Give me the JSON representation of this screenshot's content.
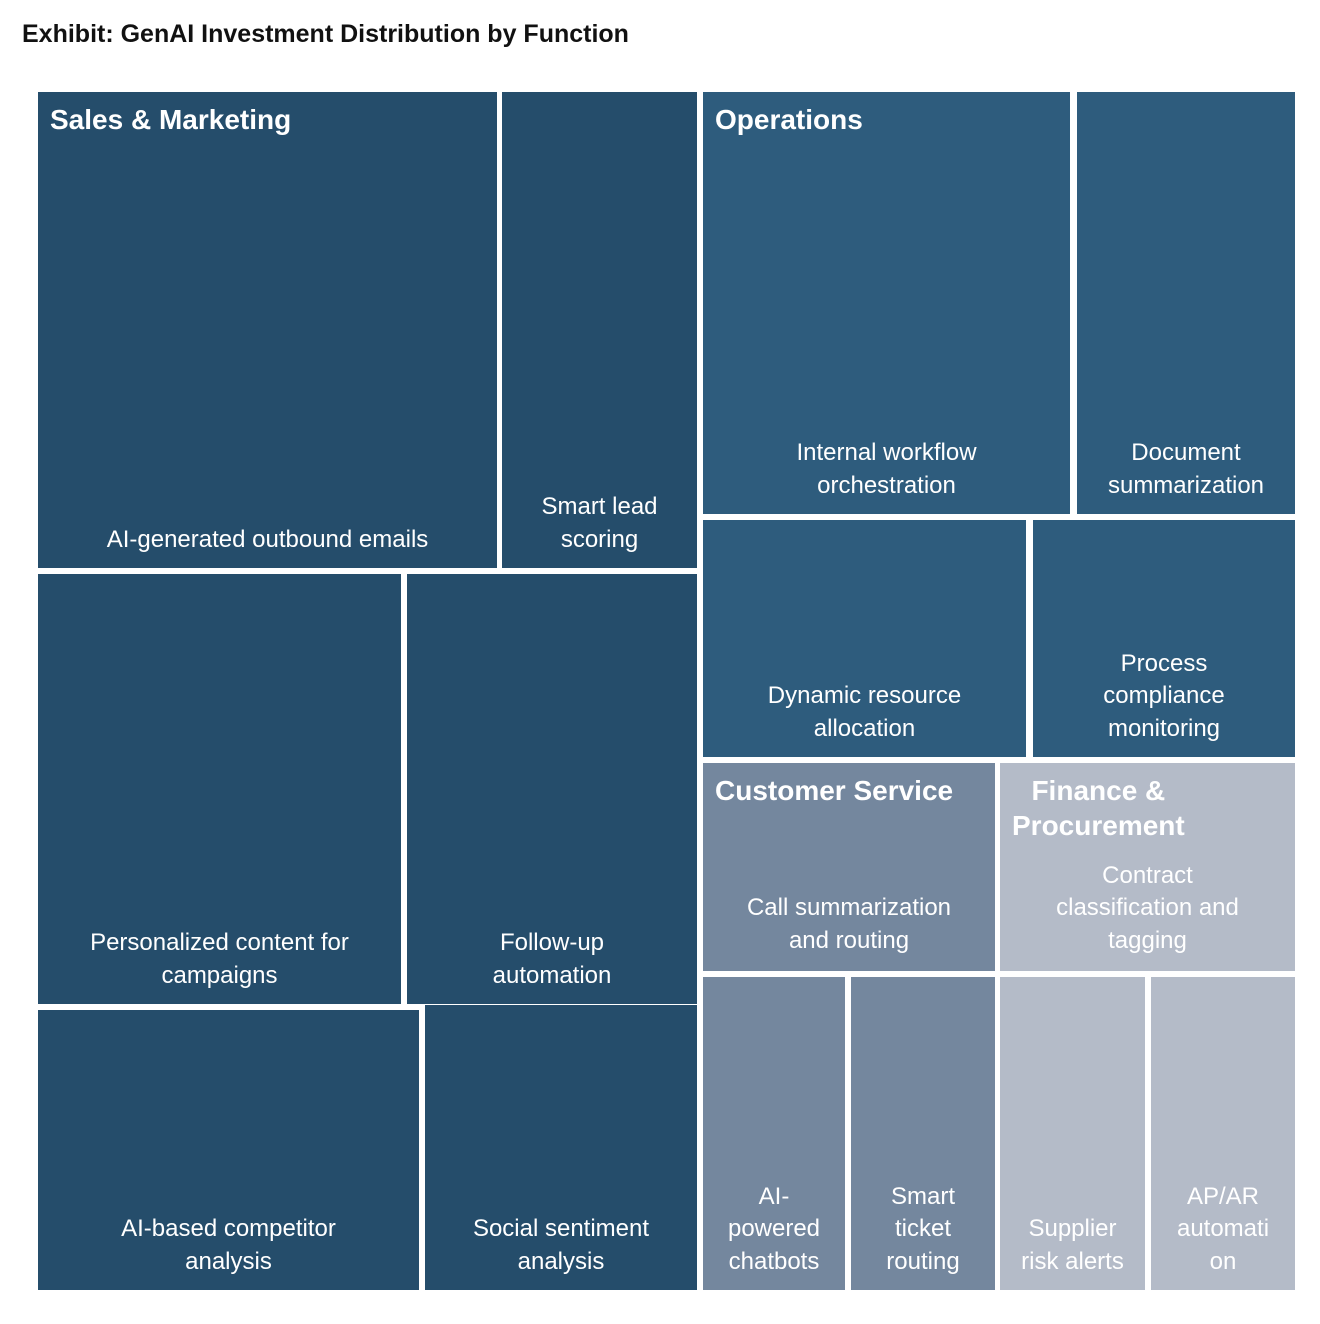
{
  "page": {
    "title": "Exhibit: GenAI Investment Distribution by Function"
  },
  "chart_data": {
    "type": "treemap",
    "title": "Exhibit: GenAI Investment Distribution by Function",
    "value_note": "No numeric labels shown; values are estimated % of total tile area",
    "legend_position": "none",
    "groups": [
      {
        "name": "Sales & Marketing",
        "color": "#254d6b",
        "estimated_share_pct": 51,
        "children": [
          {
            "label": "AI-generated outbound emails",
            "display": "AI-generated outbound emails",
            "estimated_share_pct": 15
          },
          {
            "label": "Smart lead scoring",
            "display": "Smart lead\nscoring",
            "estimated_share_pct": 6
          },
          {
            "label": "Personalized content for campaigns",
            "display": "Personalized content for\ncampaigns",
            "estimated_share_pct": 10
          },
          {
            "label": "Follow-up automation",
            "display": "Follow-up\nautomation",
            "estimated_share_pct": 8
          },
          {
            "label": "AI-based competitor analysis",
            "display": "AI-based competitor\nanalysis",
            "estimated_share_pct": 7
          },
          {
            "label": "Social sentiment analysis",
            "display": "Social sentiment\nanalysis",
            "estimated_share_pct": 5
          }
        ]
      },
      {
        "name": "Operations",
        "color": "#2e5c7d",
        "estimated_share_pct": 26,
        "children": [
          {
            "label": "Internal workflow orchestration",
            "display": "Internal workflow\norchestration",
            "estimated_share_pct": 10
          },
          {
            "label": "Document summarization",
            "display": "Document\nsummarization",
            "estimated_share_pct": 6
          },
          {
            "label": "Dynamic resource allocation",
            "display": "Dynamic resource\nallocation",
            "estimated_share_pct": 5
          },
          {
            "label": "Process compliance monitoring",
            "display": "Process\ncompliance\nmonitoring",
            "estimated_share_pct": 4
          }
        ]
      },
      {
        "name": "Customer Service",
        "color": "#74879e",
        "estimated_share_pct": 10,
        "children": [
          {
            "label": "Call summarization and routing",
            "display": "Call summarization\nand routing",
            "estimated_share_pct": 4
          },
          {
            "label": "AI-powered chatbots",
            "display": "AI-\npowered\nchatbots",
            "estimated_share_pct": 3
          },
          {
            "label": "Smart ticket routing",
            "display": "Smart\nticket\nrouting",
            "estimated_share_pct": 3
          }
        ]
      },
      {
        "name": "Finance & Procurement",
        "display_name": "Finance &\nProcurement",
        "color": "#b4bbc8",
        "estimated_share_pct": 10,
        "children": [
          {
            "label": "Contract classification and tagging",
            "display": "Contract\nclassification and\ntagging",
            "estimated_share_pct": 4
          },
          {
            "label": "Supplier risk alerts",
            "display": "Supplier\nrisk alerts",
            "estimated_share_pct": 3
          },
          {
            "label": "AP/AR automation",
            "display": "AP/AR\nautomati\non",
            "estimated_share_pct": 3
          }
        ]
      }
    ]
  }
}
